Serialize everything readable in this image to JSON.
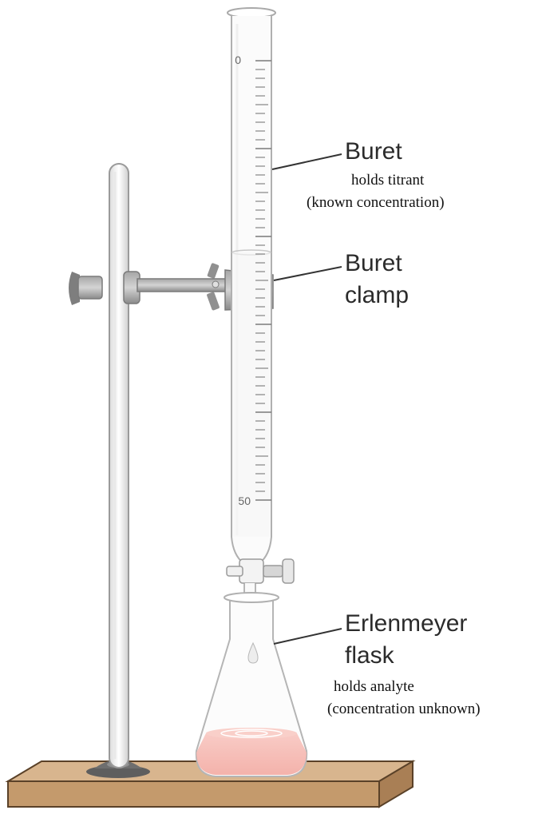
{
  "labels": {
    "buret": {
      "title": "Buret",
      "desc_line1": "holds titrant",
      "desc_line2": "(known concentration)"
    },
    "clamp": {
      "line1": "Buret",
      "line2": "clamp"
    },
    "flask": {
      "line1": "Erlenmeyer",
      "line2": "flask",
      "desc_line1": "holds analyte",
      "desc_line2": "(concentration unknown)"
    }
  },
  "scale": {
    "top": "0",
    "bottom": "50"
  },
  "colors": {
    "glass": "#b9b9b9",
    "solution": "#f6b7b0",
    "base": "#c8a27a",
    "base_edge": "#6b4e2e",
    "metal": "#8c8c8c"
  }
}
